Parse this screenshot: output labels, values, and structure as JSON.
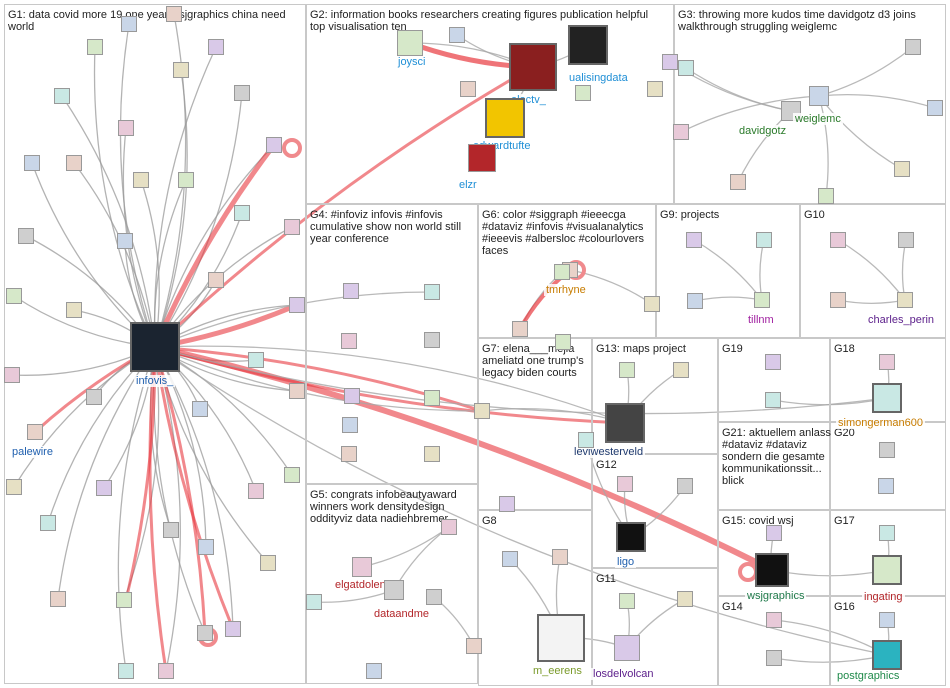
{
  "groups": [
    {
      "id": "G1",
      "title": "G1: data covid more 19 one year wsjgraphics china need world"
    },
    {
      "id": "G2",
      "title": "G2: information books researchers creating figures publication helpful top visualisation ten"
    },
    {
      "id": "G3",
      "title": "G3: throwing more kudos time davidgotz d3 joins walkthrough struggling weiglemc"
    },
    {
      "id": "G4",
      "title": "G4: #infoviz infovis #infovis cumulative show non world still year conference"
    },
    {
      "id": "G5",
      "title": "G5: congrats infobeautyaward winners work densitydesign oddityviz data nadiehbremer"
    },
    {
      "id": "G6",
      "title": "G6: color #siggraph #ieeecga #dataviz #infovis #visualanalytics #ieeevis #albersloc #colourlovers faces"
    },
    {
      "id": "G7",
      "title": "G7: elena___mejia ameliatd one trump's legacy biden courts"
    },
    {
      "id": "G8",
      "title": "G8"
    },
    {
      "id": "G9",
      "title": "G9: projects"
    },
    {
      "id": "G10",
      "title": "G10"
    },
    {
      "id": "G11",
      "title": "G11"
    },
    {
      "id": "G12",
      "title": "G12"
    },
    {
      "id": "G13",
      "title": "G13: maps project"
    },
    {
      "id": "G14",
      "title": "G14"
    },
    {
      "id": "G15",
      "title": "G15: covid wsj"
    },
    {
      "id": "G16",
      "title": "G16"
    },
    {
      "id": "G17",
      "title": "G17"
    },
    {
      "id": "G18",
      "title": "G18"
    },
    {
      "id": "G19",
      "title": "G19"
    },
    {
      "id": "G20",
      "title": "G20"
    },
    {
      "id": "G21",
      "title": "G21: aktuellem anlass #dataviz #dataviz sondern die gesamte kommunikationssit... blick"
    }
  ],
  "labeled_nodes": [
    {
      "id": "infovis",
      "label": "infovis_",
      "color": "#1f5fae"
    },
    {
      "id": "palewire",
      "label": "palewire",
      "color": "#1f5fae"
    },
    {
      "id": "joysci",
      "label": "joysci",
      "color": "#1f8fd6"
    },
    {
      "id": "electv",
      "label": "electv_",
      "color": "#1f8fd6"
    },
    {
      "id": "ualisingdata",
      "label": "ualisingdata",
      "color": "#1f8fd6"
    },
    {
      "id": "edwardtufte",
      "label": "edwardtufte",
      "color": "#1f8fd6"
    },
    {
      "id": "elzr",
      "label": "elzr",
      "color": "#1f8fd6"
    },
    {
      "id": "davidgotz",
      "label": "davidgotz",
      "color": "#2a7a2a"
    },
    {
      "id": "weiglemc",
      "label": "weiglemc",
      "color": "#2a7a2a"
    },
    {
      "id": "tmrhyne",
      "label": "tmrhyne",
      "color": "#c77c00"
    },
    {
      "id": "tillnm",
      "label": "tillnm",
      "color": "#a020a0"
    },
    {
      "id": "charles_perin",
      "label": "charles_perin",
      "color": "#5b1e8a"
    },
    {
      "id": "leviwesterveld",
      "label": "leviwesterveld",
      "color": "#1f3a6e"
    },
    {
      "id": "simongerman600",
      "label": "simongerman600",
      "color": "#c77c00"
    },
    {
      "id": "elgatdolent",
      "label": "elgatdolent",
      "color": "#b3262a"
    },
    {
      "id": "dataandme",
      "label": "dataandme",
      "color": "#b3262a"
    },
    {
      "id": "ligo",
      "label": "ligo",
      "color": "#1f5fae"
    },
    {
      "id": "wsjgraphics",
      "label": "wsjgraphics",
      "color": "#1f7a4a"
    },
    {
      "id": "ingating",
      "label": "ingating",
      "color": "#b3262a"
    },
    {
      "id": "m_eerens",
      "label": "m_eerens",
      "color": "#7a9a2a"
    },
    {
      "id": "losdelvolcan",
      "label": "losdelvolcan",
      "color": "#5b1e8a"
    },
    {
      "id": "postgraphics",
      "label": "postgraphics",
      "color": "#1f8a4a"
    }
  ]
}
